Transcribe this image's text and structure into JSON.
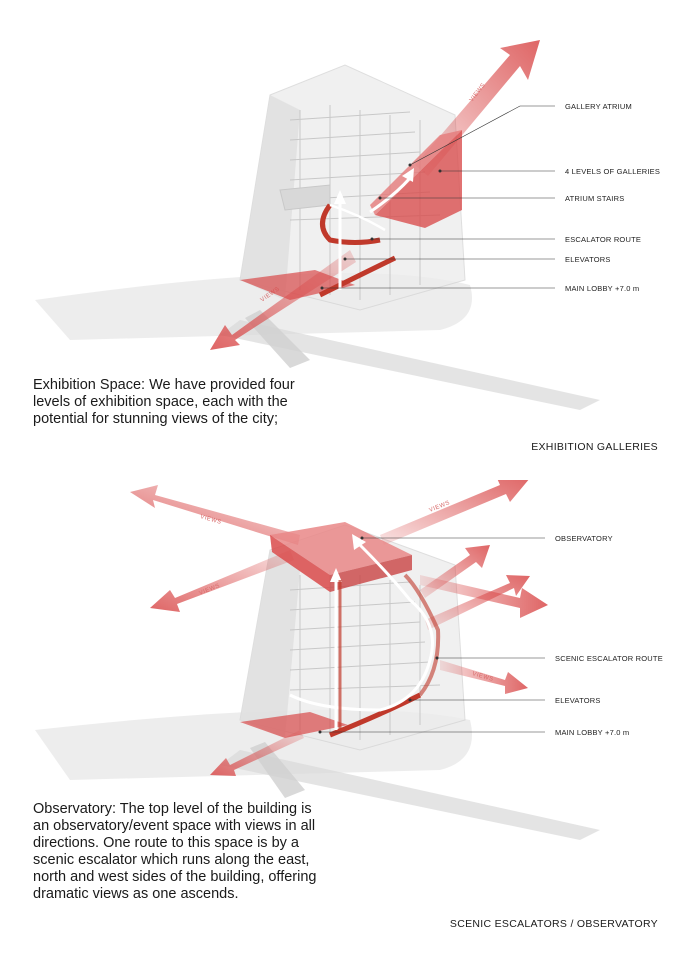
{
  "exhibition": {
    "labels": {
      "gallery_atrium": "GALLERY ATRIUM",
      "levels_of_galleries": "4 LEVELS OF GALLERIES",
      "atrium_stairs": "ATRIUM STAIRS",
      "escalator_route": "ESCALATOR ROUTE",
      "elevators": "ELEVATORS",
      "main_lobby": "MAIN LOBBY +7.0 m"
    },
    "views_text": "VIEWS",
    "caption": "Exhibition Space: We have provided four levels of exhibition space, each with the potential for stunning views of the city;",
    "title": "EXHIBITION GALLERIES"
  },
  "observatory": {
    "labels": {
      "observatory": "OBSERVATORY",
      "scenic_escalator_route": "SCENIC ESCALATOR ROUTE",
      "elevators": "ELEVATORS",
      "main_lobby": "MAIN LOBBY +7.0 m"
    },
    "views_text": "VIEWS",
    "caption": "Observatory: The top level of the building is an observatory/event space with views in all directions. One route to this space is by a scenic escalator which runs along the east, north and west sides of the building, offering dramatic views as one ascends.",
    "title": "SCENIC ESCALATORS / OBSERVATORY"
  },
  "colors": {
    "accent_red": "#d94a4a",
    "ghost_grey": "#cfcfcf",
    "route_white": "#ffffff"
  }
}
